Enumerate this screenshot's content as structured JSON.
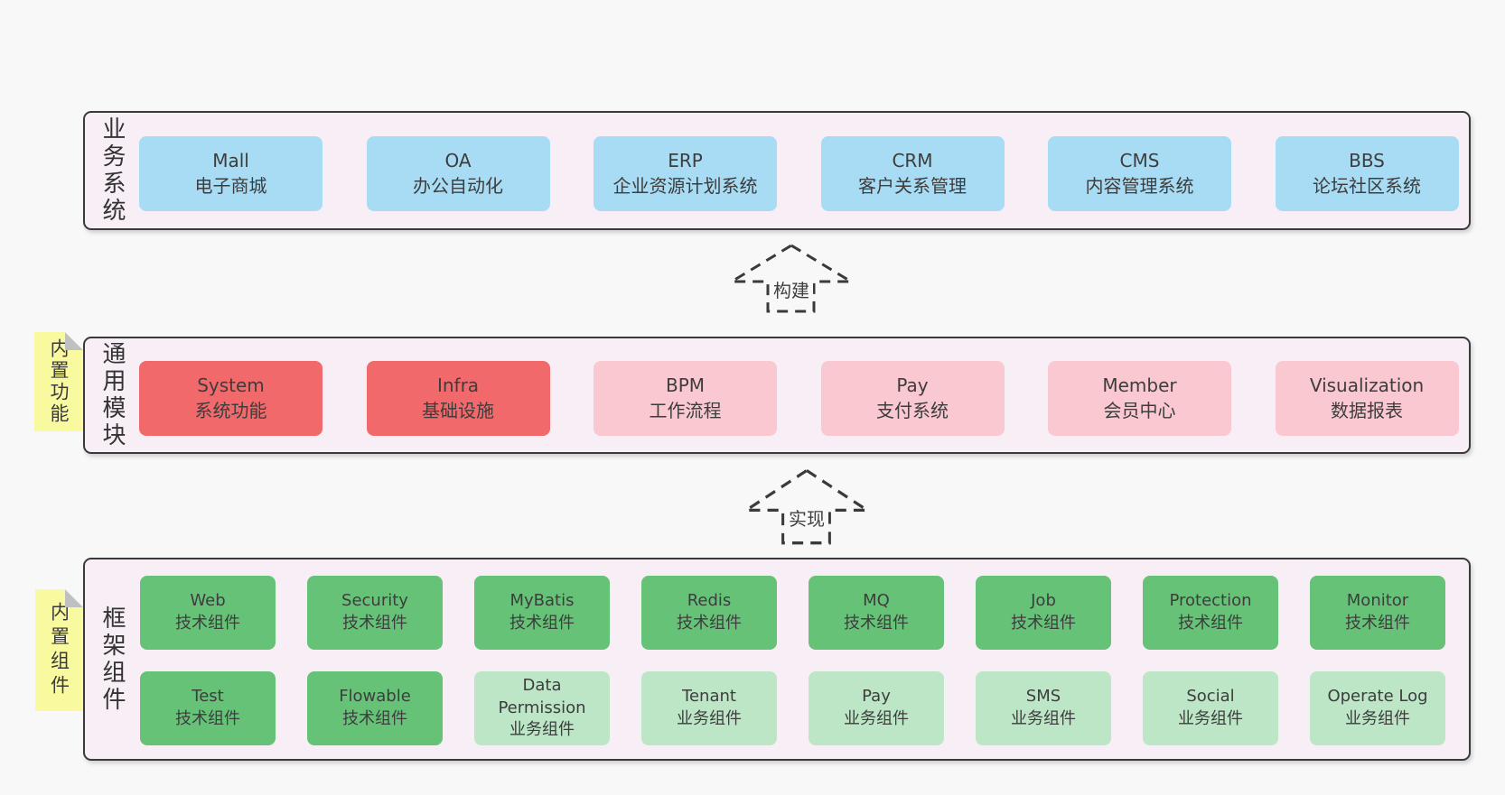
{
  "colors": {
    "page_bg": "#f8f8f8",
    "band_bg": "#f8eef6",
    "band_border": "#3a3a3a",
    "blue": "#a8dcf4",
    "red": "#f1696a",
    "pink": "#f9c8d1",
    "green": "#66c277",
    "lightgreen": "#bce6c6",
    "sticky": "#f9f9a0",
    "sticky_fold": "#bfc0c2",
    "text": "#3d3d3d"
  },
  "arrows": [
    {
      "label": "构建"
    },
    {
      "label": "实现"
    }
  ],
  "bands": [
    {
      "id": "business-systems",
      "label": "业务系统",
      "sticky": "",
      "rows": [
        [
          {
            "name": "Mall",
            "subtitle": "电子商城",
            "variant": "blue"
          },
          {
            "name": "OA",
            "subtitle": "办公自动化",
            "variant": "blue"
          },
          {
            "name": "ERP",
            "subtitle": "企业资源计划系统",
            "variant": "blue"
          },
          {
            "name": "CRM",
            "subtitle": "客户关系管理",
            "variant": "blue"
          },
          {
            "name": "CMS",
            "subtitle": "内容管理系统",
            "variant": "blue"
          },
          {
            "name": "BBS",
            "subtitle": "论坛社区系统",
            "variant": "blue"
          }
        ]
      ]
    },
    {
      "id": "common-modules",
      "label": "通用模块",
      "sticky": "内置功能",
      "rows": [
        [
          {
            "name": "System",
            "subtitle": "系统功能",
            "variant": "red"
          },
          {
            "name": "Infra",
            "subtitle": "基础设施",
            "variant": "red"
          },
          {
            "name": "BPM",
            "subtitle": "工作流程",
            "variant": "pink"
          },
          {
            "name": "Pay",
            "subtitle": "支付系统",
            "variant": "pink"
          },
          {
            "name": "Member",
            "subtitle": "会员中心",
            "variant": "pink"
          },
          {
            "name": "Visualization",
            "subtitle": "数据报表",
            "variant": "pink"
          }
        ]
      ]
    },
    {
      "id": "framework-components",
      "label": "框架组件",
      "sticky": "内置组件",
      "rows": [
        [
          {
            "name": "Web",
            "subtitle": "技术组件",
            "variant": "green"
          },
          {
            "name": "Security",
            "subtitle": "技术组件",
            "variant": "green"
          },
          {
            "name": "MyBatis",
            "subtitle": "技术组件",
            "variant": "green"
          },
          {
            "name": "Redis",
            "subtitle": "技术组件",
            "variant": "green"
          },
          {
            "name": "MQ",
            "subtitle": "技术组件",
            "variant": "green"
          },
          {
            "name": "Job",
            "subtitle": "技术组件",
            "variant": "green"
          },
          {
            "name": "Protection",
            "subtitle": "技术组件",
            "variant": "green"
          },
          {
            "name": "Monitor",
            "subtitle": "技术组件",
            "variant": "green"
          }
        ],
        [
          {
            "name": "Test",
            "subtitle": "技术组件",
            "variant": "green"
          },
          {
            "name": "Flowable",
            "subtitle": "技术组件",
            "variant": "green"
          },
          {
            "name": "Data Permission",
            "subtitle": "业务组件",
            "variant": "lightgreen"
          },
          {
            "name": "Tenant",
            "subtitle": "业务组件",
            "variant": "lightgreen"
          },
          {
            "name": "Pay",
            "subtitle": "业务组件",
            "variant": "lightgreen"
          },
          {
            "name": "SMS",
            "subtitle": "业务组件",
            "variant": "lightgreen"
          },
          {
            "name": "Social",
            "subtitle": "业务组件",
            "variant": "lightgreen"
          },
          {
            "name": "Operate Log",
            "subtitle": "业务组件",
            "variant": "lightgreen"
          }
        ]
      ]
    }
  ]
}
